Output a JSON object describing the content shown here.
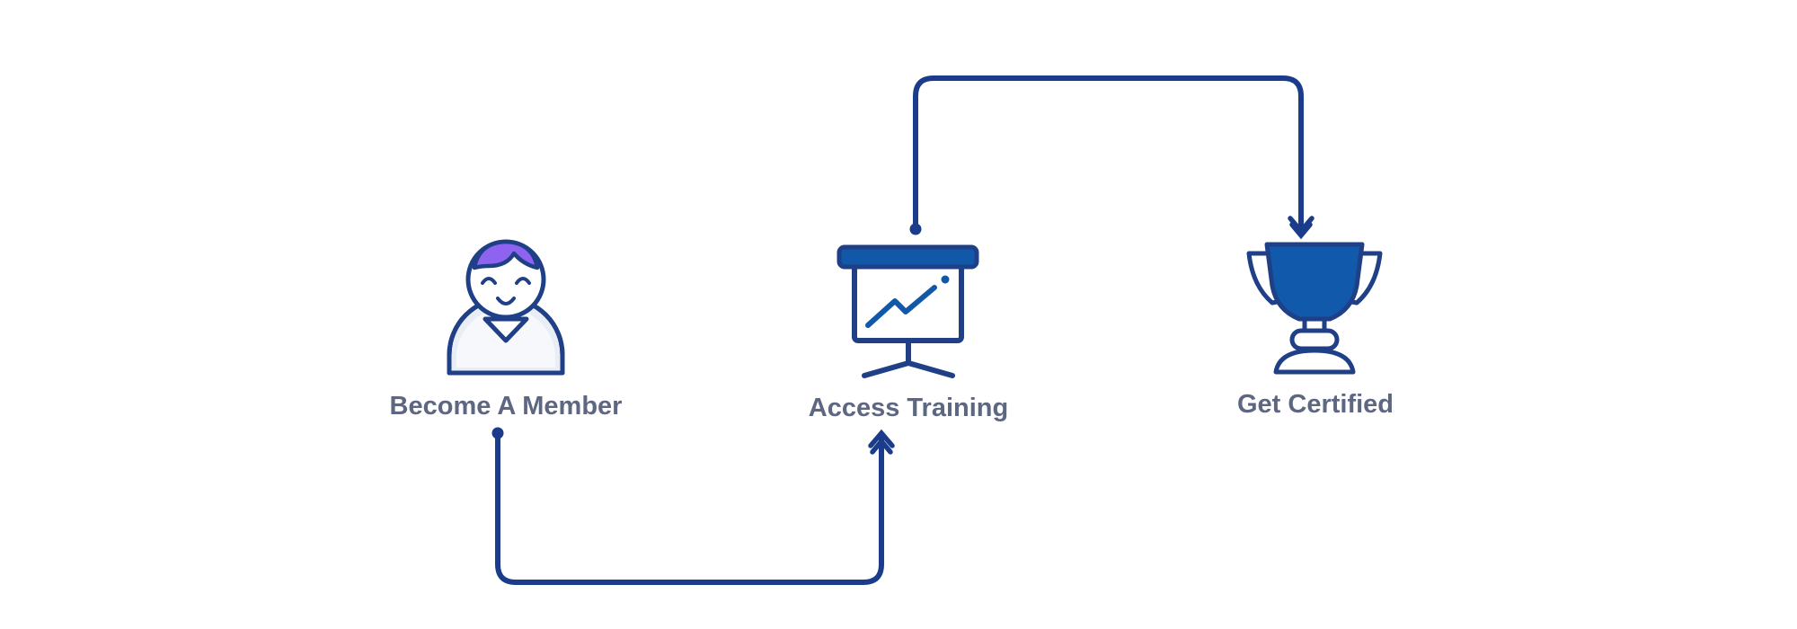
{
  "colors": {
    "navy": "#1F3F87",
    "arrow": "#1A3C8A",
    "label": "#5E6781",
    "screen_blue": "#1159A8",
    "trophy_blue": "#1159AA",
    "hair_purple": "#8E63F0",
    "body_fill": "#E9EEF6",
    "white": "#FFFFFF"
  },
  "steps": [
    {
      "id": "member",
      "label": "Become A Member",
      "icon": "person-icon"
    },
    {
      "id": "training",
      "label": "Access Training",
      "icon": "presentation-board-icon"
    },
    {
      "id": "certified",
      "label": "Get Certified",
      "icon": "trophy-icon"
    }
  ],
  "connectors": [
    {
      "from": "member",
      "to": "training",
      "route": "below"
    },
    {
      "from": "training",
      "to": "certified",
      "route": "above"
    }
  ]
}
